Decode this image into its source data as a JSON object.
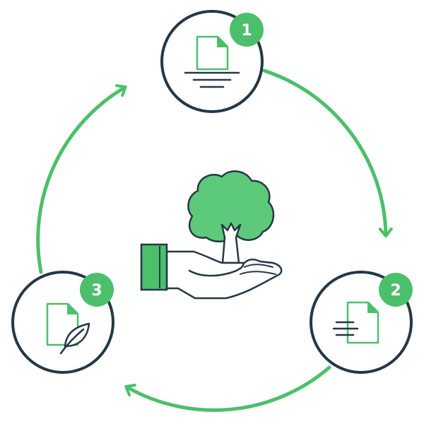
{
  "colors": {
    "accent": "#4cbf6b",
    "accent_light": "#5dc97a",
    "outline": "#253746",
    "background": "#ffffff"
  },
  "steps": [
    {
      "number": "1",
      "icon": "document-print-icon"
    },
    {
      "number": "2",
      "icon": "document-fast-icon"
    },
    {
      "number": "3",
      "icon": "document-leaf-icon"
    }
  ],
  "center": {
    "icon": "hand-holding-tree-icon"
  }
}
